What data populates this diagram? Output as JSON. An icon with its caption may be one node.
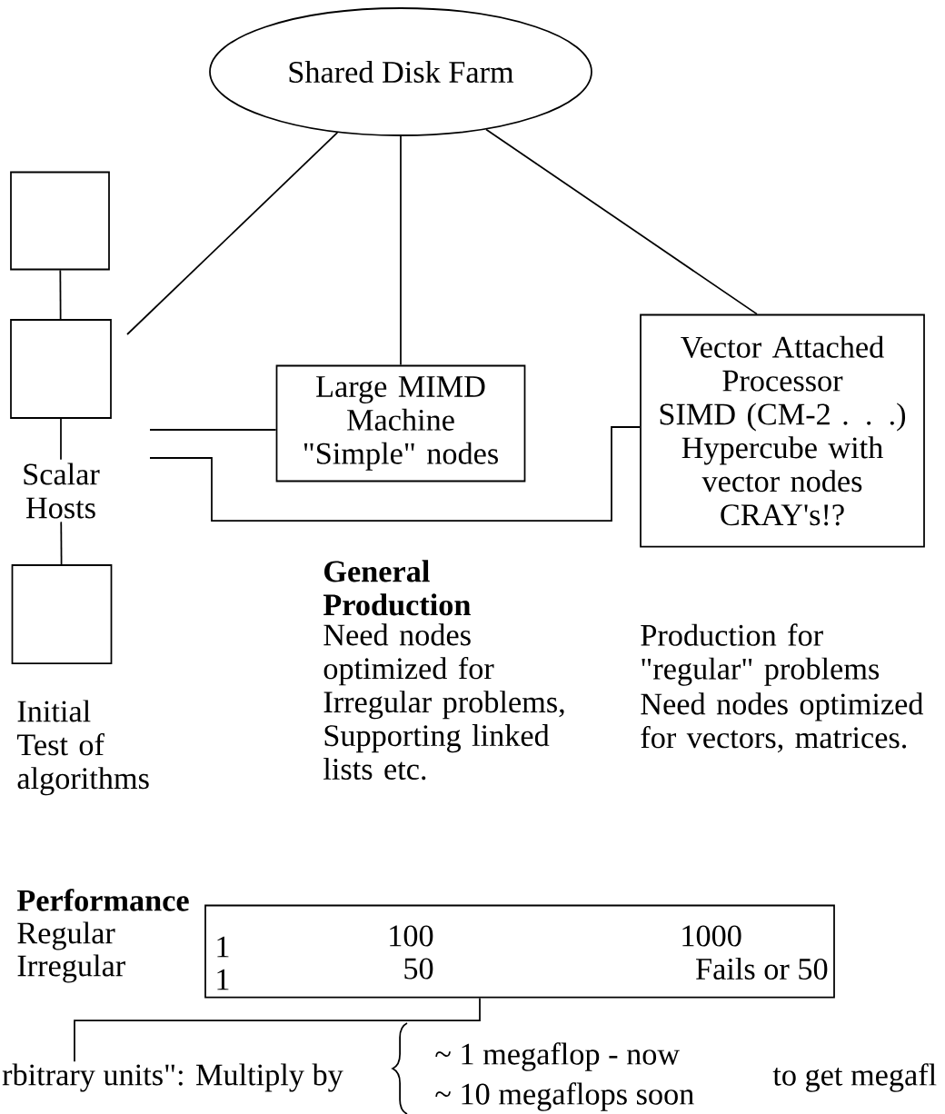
{
  "diagram": {
    "nodes": [
      {
        "text": [
          "Shared Disk Farm"
        ]
      },
      {
        "text": [],
        "shape": "box"
      },
      {
        "text": [],
        "shape": "box"
      },
      {
        "text": [
          "Scalar Hosts"
        ]
      },
      {
        "text": [],
        "shape": "box"
      },
      {
        "text": [
          "Large MIMD Machine",
          "\"Simple\" nodes"
        ]
      },
      {
        "text": [
          "Vector Attached Processor",
          "SIMD (CM-2 . . .)",
          "Hypercube with vector nodes",
          "CRAY's!?"
        ]
      },
      {
        "text": [
          "1",
          "100",
          "1000",
          "1",
          "50",
          "Fails or 50"
        ]
      },
      {
        "text": [
          "rbitrary units\": Multiply by"
        ]
      }
    ],
    "edges": [
      {
        "from": 0,
        "to": null,
        "arrow": "none"
      },
      {
        "from": 0,
        "to": 5,
        "arrow": "none"
      },
      {
        "from": 0,
        "to": 6,
        "arrow": "none"
      },
      {
        "from": 1,
        "to": 2,
        "arrow": "none"
      },
      {
        "from": 2,
        "to": 3,
        "arrow": "none"
      },
      {
        "from": 3,
        "to": 4,
        "arrow": "none"
      },
      {
        "from": null,
        "to": 5,
        "arrow": "none"
      },
      {
        "from": null,
        "to": 6,
        "arrow": "none"
      },
      {
        "from": 7,
        "to": 8,
        "arrow": "none"
      }
    ],
    "labels": [
      "Initial Test of algorithms",
      "General Production",
      "Need nodes optimized for Irregular problems, Supporting linked lists etc.",
      "Production for \"regular\" problems",
      "Need nodes optimized for vectors, matrices.",
      "Performance",
      "Regular",
      "Irregular",
      "~ 1 megaflop - now",
      "~ 10 megaflops soon",
      "to get megafl"
    ]
  }
}
